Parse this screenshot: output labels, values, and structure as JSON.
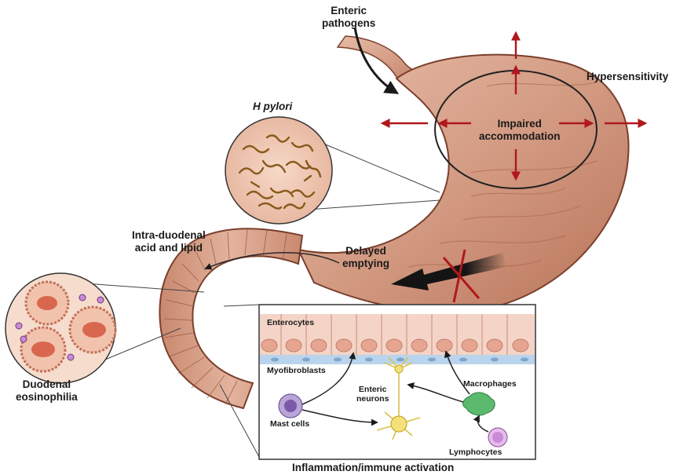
{
  "labels": {
    "enteric_pathogens": [
      "Enteric",
      "pathogens"
    ],
    "hypersensitivity": "Hypersensitivity",
    "impaired_accommodation": [
      "Impaired",
      "accommodation"
    ],
    "h_pylori": "H pylori",
    "intra_duodenal": [
      "Intra-duodenal",
      "acid and lipid"
    ],
    "delayed_emptying": [
      "Delayed",
      "emptying"
    ],
    "duodenal_eosinophilia": [
      "Duodenal",
      "eosinophilia"
    ],
    "enterocytes": "Enterocytes",
    "myofibroblasts": "Myofibroblasts",
    "enteric_neurons": [
      "Enteric",
      "neurons"
    ],
    "macrophages": "Macrophages",
    "mast_cells": "Mast cells",
    "lymphocytes": "Lymphocytes",
    "inflammation": "Inflammation/immune activation"
  },
  "colors": {
    "tissue": "#d9a48c",
    "tissue_dark": "#a8634a",
    "arrow_red": "#b0181b",
    "arrow_black": "#141414",
    "cell_fill": "#f2c7b6",
    "nucleus": "#e6a591",
    "myofibroblast_band": "#b9d4ec",
    "neuron": "#f3e07a",
    "macrophage": "#5cba6e",
    "mast_cell": "#7a5aa8",
    "lymphocyte": "#c98ad6"
  }
}
